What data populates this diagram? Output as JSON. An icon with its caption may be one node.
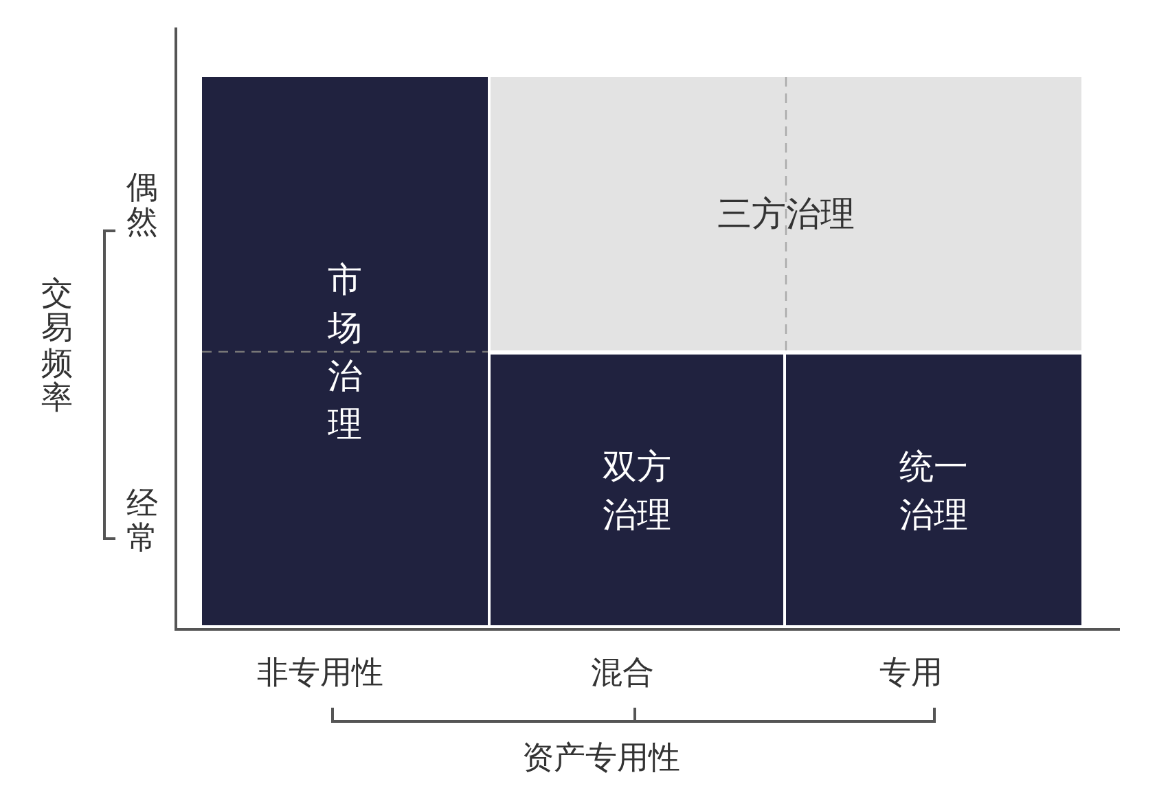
{
  "diagram": {
    "nodes": [
      {
        "text": [
          "市场治理"
        ]
      },
      {
        "text": [
          "三方治理"
        ]
      },
      {
        "text": [
          "双方治理"
        ]
      },
      {
        "text": [
          "统一治理"
        ]
      }
    ],
    "labels": [
      "偶然",
      "经常",
      "交易频率",
      "非专用性",
      "混合",
      "专用",
      "资产专用性"
    ]
  }
}
